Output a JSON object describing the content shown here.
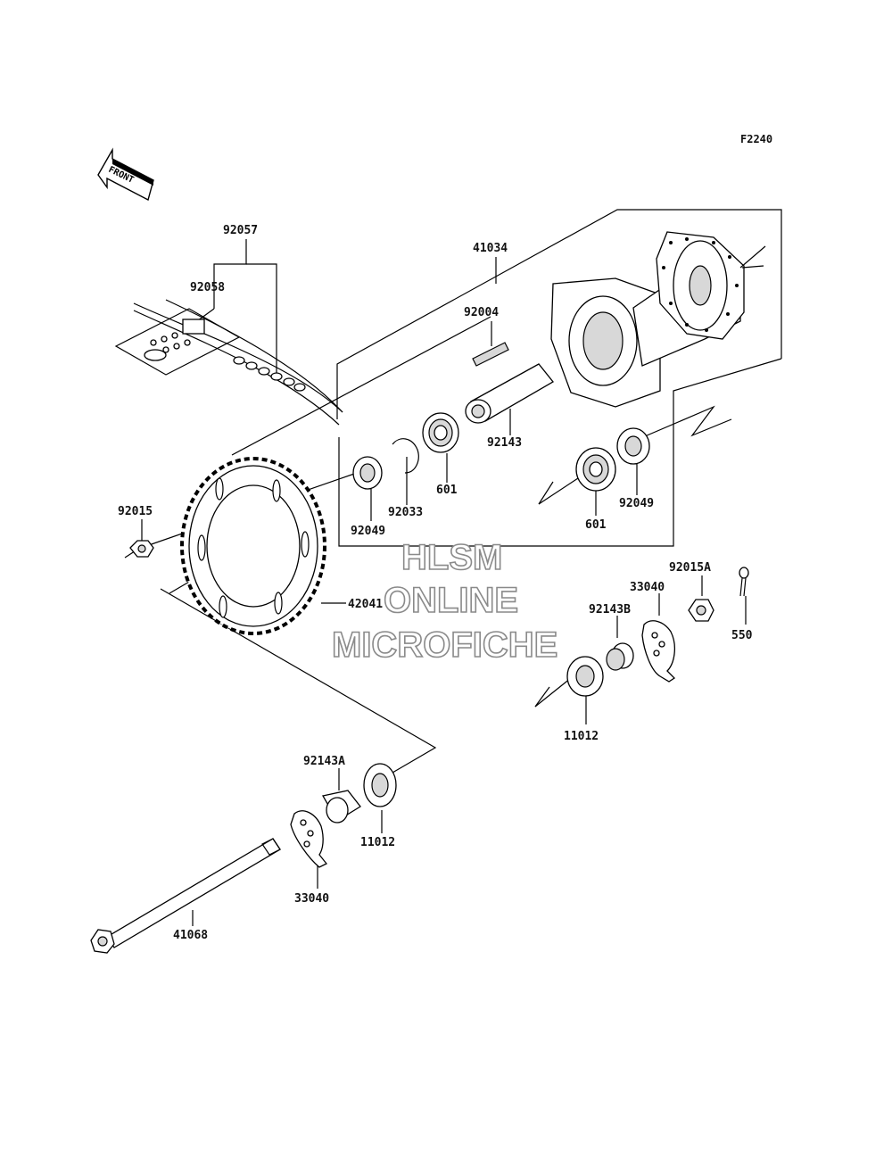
{
  "figure_code": "F2240",
  "front_arrow": {
    "text": "FRONT"
  },
  "watermark": {
    "line1": "HLSM",
    "line2": "ONLINE",
    "line3": "MICROFICHE"
  },
  "labels": {
    "chain_assembly": "92057",
    "chain_joint": "92058",
    "hub_assembly": "41034",
    "hub_stud": "92004",
    "sleeve": "92143",
    "bearing_left": "601",
    "circlip": "92033",
    "oil_seal_left": "92049",
    "bearing_right": "601",
    "oil_seal_right": "92049",
    "sprocket_nut": "92015",
    "sprocket": "42041",
    "axle_nut": "92015A",
    "cotter_pin": "550",
    "chain_adjuster_right": "33040",
    "collar_right": "92143B",
    "cover_right": "11012",
    "collar_left": "92143A",
    "cover_left": "11012",
    "chain_adjuster_left": "33040",
    "axle": "41068"
  }
}
